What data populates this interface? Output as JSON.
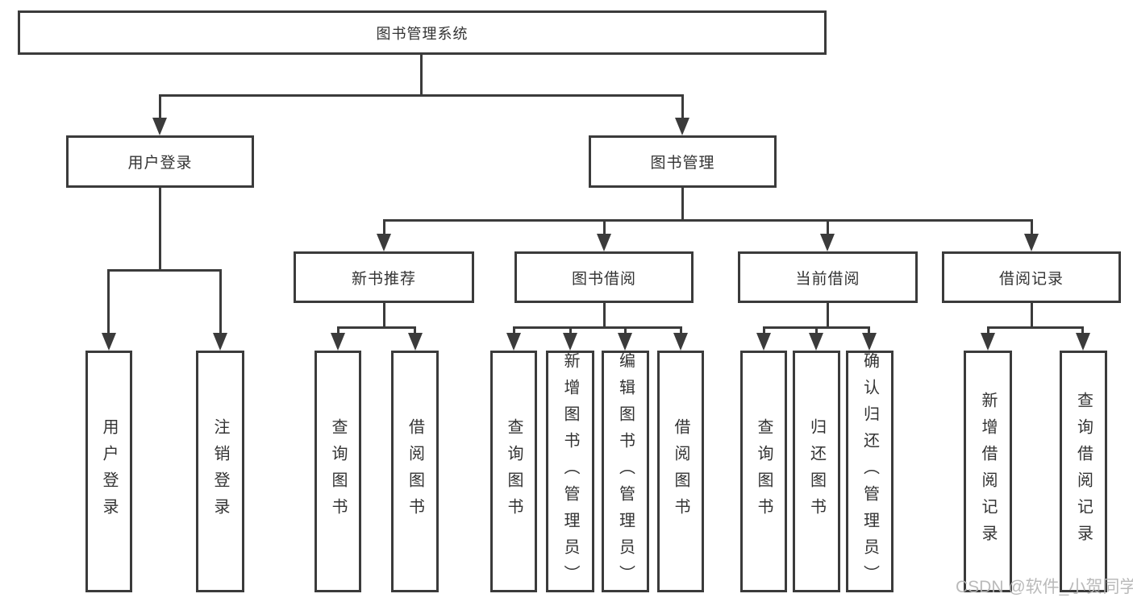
{
  "diagram": {
    "root": {
      "label": "图书管理系统"
    },
    "level2": {
      "user_login": {
        "label": "用户登录"
      },
      "book_mgmt": {
        "label": "图书管理"
      }
    },
    "level3": {
      "new_book_rec": {
        "label": "新书推荐"
      },
      "book_borrow": {
        "label": "图书借阅"
      },
      "current_borrow": {
        "label": "当前借阅"
      },
      "borrow_records": {
        "label": "借阅记录"
      }
    },
    "leaves": {
      "user_login_leaf": {
        "label": "用户登录"
      },
      "logout": {
        "label": "注销登录"
      },
      "rec_query_book": {
        "label": "查询图书"
      },
      "rec_borrow_book": {
        "label": "借阅图书"
      },
      "bb_query_book": {
        "label": "查询图书"
      },
      "bb_add_book": {
        "label": "新增图书（管理员）"
      },
      "bb_edit_book": {
        "label": "编辑图书（管理员）"
      },
      "bb_borrow_book": {
        "label": "借阅图书"
      },
      "cb_query_book": {
        "label": "查询图书"
      },
      "cb_return_book": {
        "label": "归还图书"
      },
      "cb_confirm_return": {
        "label": "确认归还（管理员）"
      },
      "br_add_record": {
        "label": "新增借阅记录"
      },
      "br_query_record": {
        "label": "查询借阅记录"
      }
    }
  },
  "watermark": {
    "text": "CSDN @软件_小贺同学"
  },
  "colors": {
    "border": "#3b3b3b",
    "line": "#3b3b3b",
    "text": "#333333",
    "watermark": "#b5b5b5",
    "background": "#ffffff"
  }
}
